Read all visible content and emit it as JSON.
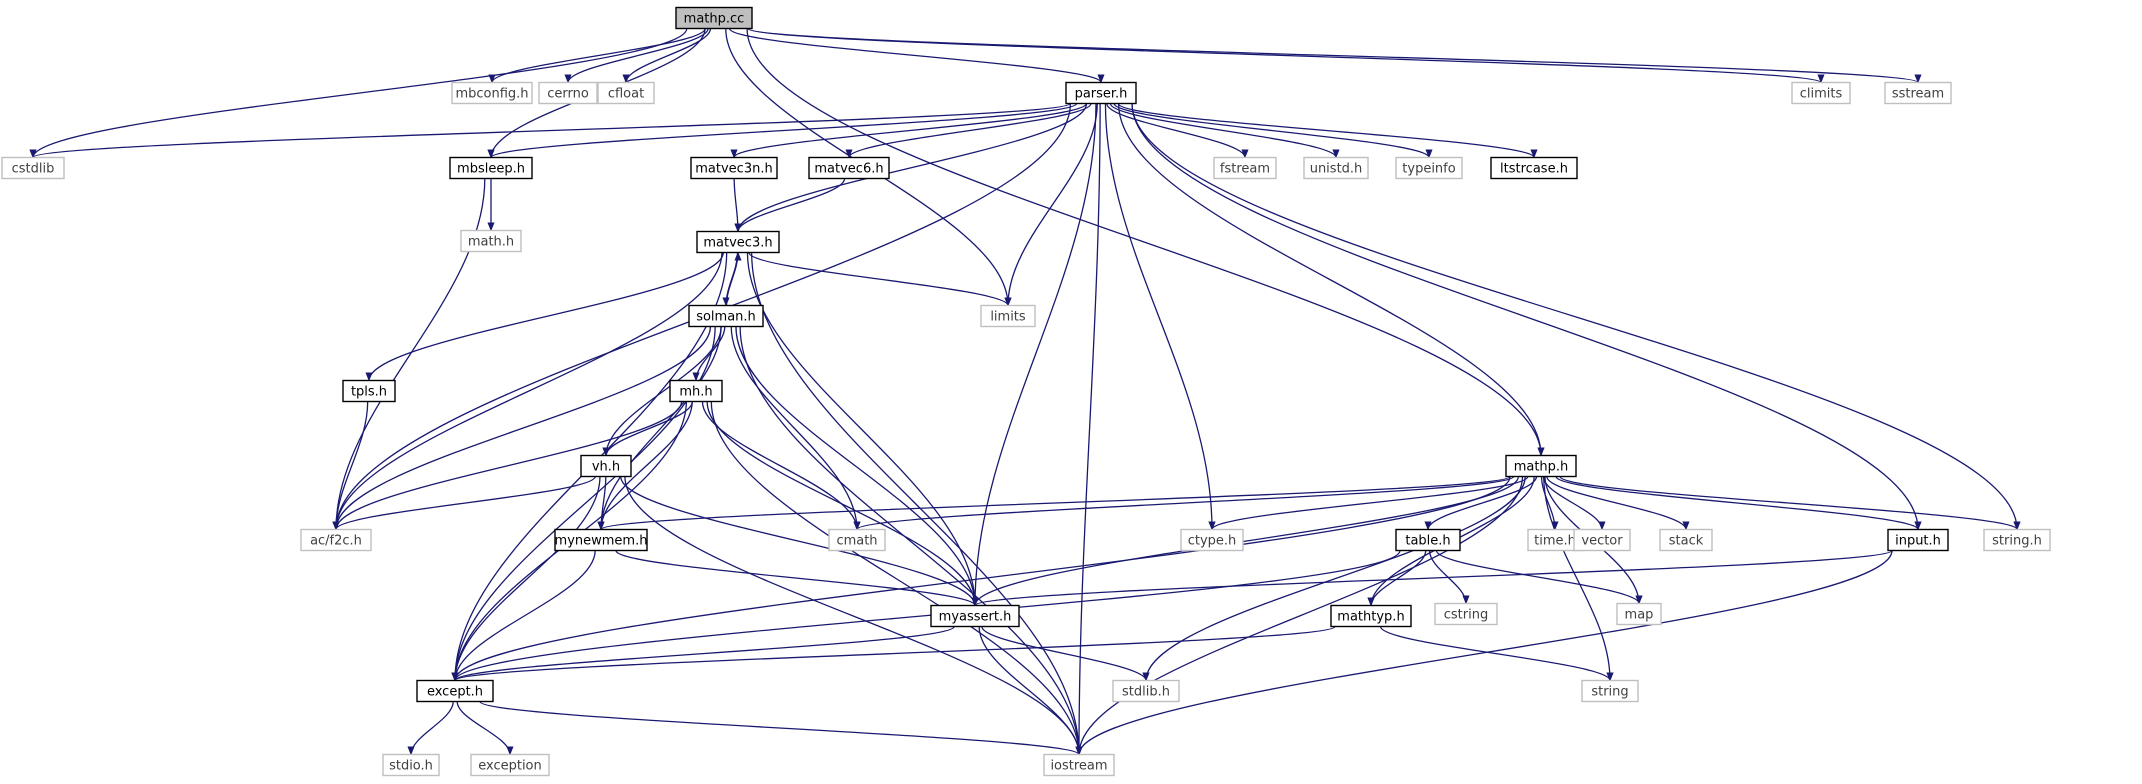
{
  "colors": {
    "edge": "#191970",
    "local_border": "#000000",
    "external_border": "#bfbfbf",
    "external_text": "#404040",
    "root_fill": "#bfbfbf",
    "node_fill": "#ffffff"
  },
  "nodes": [
    {
      "id": "mathp.cc",
      "label": "mathp.cc",
      "kind": "root"
    },
    {
      "id": "mbconfig.h",
      "label": "mbconfig.h",
      "kind": "external"
    },
    {
      "id": "cerrno",
      "label": "cerrno",
      "kind": "external"
    },
    {
      "id": "cfloat",
      "label": "cfloat",
      "kind": "external"
    },
    {
      "id": "parser.h",
      "label": "parser.h",
      "kind": "local"
    },
    {
      "id": "climits",
      "label": "climits",
      "kind": "external"
    },
    {
      "id": "sstream",
      "label": "sstream",
      "kind": "external"
    },
    {
      "id": "cstdlib",
      "label": "cstdlib",
      "kind": "external"
    },
    {
      "id": "mbsleep.h",
      "label": "mbsleep.h",
      "kind": "local"
    },
    {
      "id": "matvec3n.h",
      "label": "matvec3n.h",
      "kind": "local"
    },
    {
      "id": "matvec6.h",
      "label": "matvec6.h",
      "kind": "local"
    },
    {
      "id": "fstream",
      "label": "fstream",
      "kind": "external"
    },
    {
      "id": "unistd.h",
      "label": "unistd.h",
      "kind": "external"
    },
    {
      "id": "typeinfo",
      "label": "typeinfo",
      "kind": "external"
    },
    {
      "id": "ltstrcase.h",
      "label": "ltstrcase.h",
      "kind": "local"
    },
    {
      "id": "math.h",
      "label": "math.h",
      "kind": "external"
    },
    {
      "id": "matvec3.h",
      "label": "matvec3.h",
      "kind": "local"
    },
    {
      "id": "limits",
      "label": "limits",
      "kind": "external"
    },
    {
      "id": "solman.h",
      "label": "solman.h",
      "kind": "local"
    },
    {
      "id": "tpls.h",
      "label": "tpls.h",
      "kind": "local"
    },
    {
      "id": "mh.h",
      "label": "mh.h",
      "kind": "local"
    },
    {
      "id": "vh.h",
      "label": "vh.h",
      "kind": "local"
    },
    {
      "id": "ac/f2c.h",
      "label": "ac/f2c.h",
      "kind": "external"
    },
    {
      "id": "mathp.h",
      "label": "mathp.h",
      "kind": "local"
    },
    {
      "id": "mynewmem.h",
      "label": "mynewmem.h",
      "kind": "local"
    },
    {
      "id": "cmath",
      "label": "cmath",
      "kind": "external"
    },
    {
      "id": "ctype.h",
      "label": "ctype.h",
      "kind": "external"
    },
    {
      "id": "table.h",
      "label": "table.h",
      "kind": "local"
    },
    {
      "id": "time.h",
      "label": "time.h",
      "kind": "external"
    },
    {
      "id": "vector",
      "label": "vector",
      "kind": "external"
    },
    {
      "id": "stack",
      "label": "stack",
      "kind": "external"
    },
    {
      "id": "input.h",
      "label": "input.h",
      "kind": "local"
    },
    {
      "id": "string.h",
      "label": "string.h",
      "kind": "external"
    },
    {
      "id": "map",
      "label": "map",
      "kind": "external"
    },
    {
      "id": "cstring",
      "label": "cstring",
      "kind": "external"
    },
    {
      "id": "myassert.h",
      "label": "myassert.h",
      "kind": "local"
    },
    {
      "id": "mathtyp.h",
      "label": "mathtyp.h",
      "kind": "local"
    },
    {
      "id": "except.h",
      "label": "except.h",
      "kind": "local"
    },
    {
      "id": "stdlib.h",
      "label": "stdlib.h",
      "kind": "external"
    },
    {
      "id": "string",
      "label": "string",
      "kind": "external"
    },
    {
      "id": "stdio.h",
      "label": "stdio.h",
      "kind": "external"
    },
    {
      "id": "exception",
      "label": "exception",
      "kind": "external"
    },
    {
      "id": "iostream",
      "label": "iostream",
      "kind": "external"
    }
  ],
  "edges": [
    [
      "mathp.cc",
      "mbconfig.h"
    ],
    [
      "mathp.cc",
      "cerrno"
    ],
    [
      "mathp.cc",
      "cfloat"
    ],
    [
      "mathp.cc",
      "parser.h"
    ],
    [
      "mathp.cc",
      "climits"
    ],
    [
      "mathp.cc",
      "sstream"
    ],
    [
      "mathp.cc",
      "cstdlib"
    ],
    [
      "mathp.cc",
      "mbsleep.h"
    ],
    [
      "mathp.cc",
      "limits"
    ],
    [
      "mathp.cc",
      "mathp.h"
    ],
    [
      "parser.h",
      "cstdlib"
    ],
    [
      "parser.h",
      "ac/f2c.h"
    ],
    [
      "parser.h",
      "mbsleep.h"
    ],
    [
      "parser.h",
      "matvec3n.h"
    ],
    [
      "parser.h",
      "matvec6.h"
    ],
    [
      "parser.h",
      "matvec3.h"
    ],
    [
      "parser.h",
      "fstream"
    ],
    [
      "parser.h",
      "unistd.h"
    ],
    [
      "parser.h",
      "typeinfo"
    ],
    [
      "parser.h",
      "ltstrcase.h"
    ],
    [
      "parser.h",
      "limits"
    ],
    [
      "parser.h",
      "myassert.h"
    ],
    [
      "parser.h",
      "ctype.h"
    ],
    [
      "parser.h",
      "mathp.h"
    ],
    [
      "parser.h",
      "input.h"
    ],
    [
      "parser.h",
      "string.h"
    ],
    [
      "parser.h",
      "iostream"
    ],
    [
      "mbsleep.h",
      "math.h"
    ],
    [
      "mbsleep.h",
      "ac/f2c.h"
    ],
    [
      "matvec3n.h",
      "matvec3.h"
    ],
    [
      "matvec6.h",
      "matvec3.h"
    ],
    [
      "matvec3.h",
      "solman.h"
    ],
    [
      "matvec3.h",
      "tpls.h"
    ],
    [
      "matvec3.h",
      "limits"
    ],
    [
      "matvec3.h",
      "ac/f2c.h"
    ],
    [
      "matvec3.h",
      "except.h"
    ],
    [
      "matvec3.h",
      "myassert.h"
    ],
    [
      "matvec3.h",
      "iostream"
    ],
    [
      "solman.h",
      "matvec3.h"
    ],
    [
      "solman.h",
      "mh.h"
    ],
    [
      "solman.h",
      "vh.h"
    ],
    [
      "solman.h",
      "ac/f2c.h"
    ],
    [
      "solman.h",
      "mynewmem.h"
    ],
    [
      "solman.h",
      "cmath"
    ],
    [
      "solman.h",
      "myassert.h"
    ],
    [
      "solman.h",
      "iostream"
    ],
    [
      "solman.h",
      "except.h"
    ],
    [
      "tpls.h",
      "ac/f2c.h"
    ],
    [
      "mh.h",
      "vh.h"
    ],
    [
      "mh.h",
      "ac/f2c.h"
    ],
    [
      "mh.h",
      "mynewmem.h"
    ],
    [
      "mh.h",
      "cmath"
    ],
    [
      "mh.h",
      "myassert.h"
    ],
    [
      "mh.h",
      "except.h"
    ],
    [
      "mh.h",
      "iostream"
    ],
    [
      "vh.h",
      "ac/f2c.h"
    ],
    [
      "vh.h",
      "mynewmem.h"
    ],
    [
      "vh.h",
      "myassert.h"
    ],
    [
      "vh.h",
      "except.h"
    ],
    [
      "vh.h",
      "iostream"
    ],
    [
      "mathp.h",
      "mynewmem.h"
    ],
    [
      "mathp.h",
      "cmath"
    ],
    [
      "mathp.h",
      "ctype.h"
    ],
    [
      "mathp.h",
      "table.h"
    ],
    [
      "mathp.h",
      "time.h"
    ],
    [
      "mathp.h",
      "vector"
    ],
    [
      "mathp.h",
      "stack"
    ],
    [
      "mathp.h",
      "input.h"
    ],
    [
      "mathp.h",
      "string.h"
    ],
    [
      "mathp.h",
      "map"
    ],
    [
      "mathp.h",
      "myassert.h"
    ],
    [
      "mathp.h",
      "mathtyp.h"
    ],
    [
      "mathp.h",
      "except.h"
    ],
    [
      "mathp.h",
      "stdlib.h"
    ],
    [
      "mathp.h",
      "string"
    ],
    [
      "mathp.h",
      "iostream"
    ],
    [
      "table.h",
      "cstring"
    ],
    [
      "table.h",
      "map"
    ],
    [
      "table.h",
      "mathtyp.h"
    ],
    [
      "table.h",
      "except.h"
    ],
    [
      "input.h",
      "myassert.h"
    ],
    [
      "input.h",
      "iostream"
    ],
    [
      "mynewmem.h",
      "myassert.h"
    ],
    [
      "mynewmem.h",
      "except.h"
    ],
    [
      "myassert.h",
      "except.h"
    ],
    [
      "myassert.h",
      "stdlib.h"
    ],
    [
      "myassert.h",
      "iostream"
    ],
    [
      "mathtyp.h",
      "except.h"
    ],
    [
      "mathtyp.h",
      "string"
    ],
    [
      "except.h",
      "stdio.h"
    ],
    [
      "except.h",
      "exception"
    ],
    [
      "except.h",
      "iostream"
    ]
  ]
}
